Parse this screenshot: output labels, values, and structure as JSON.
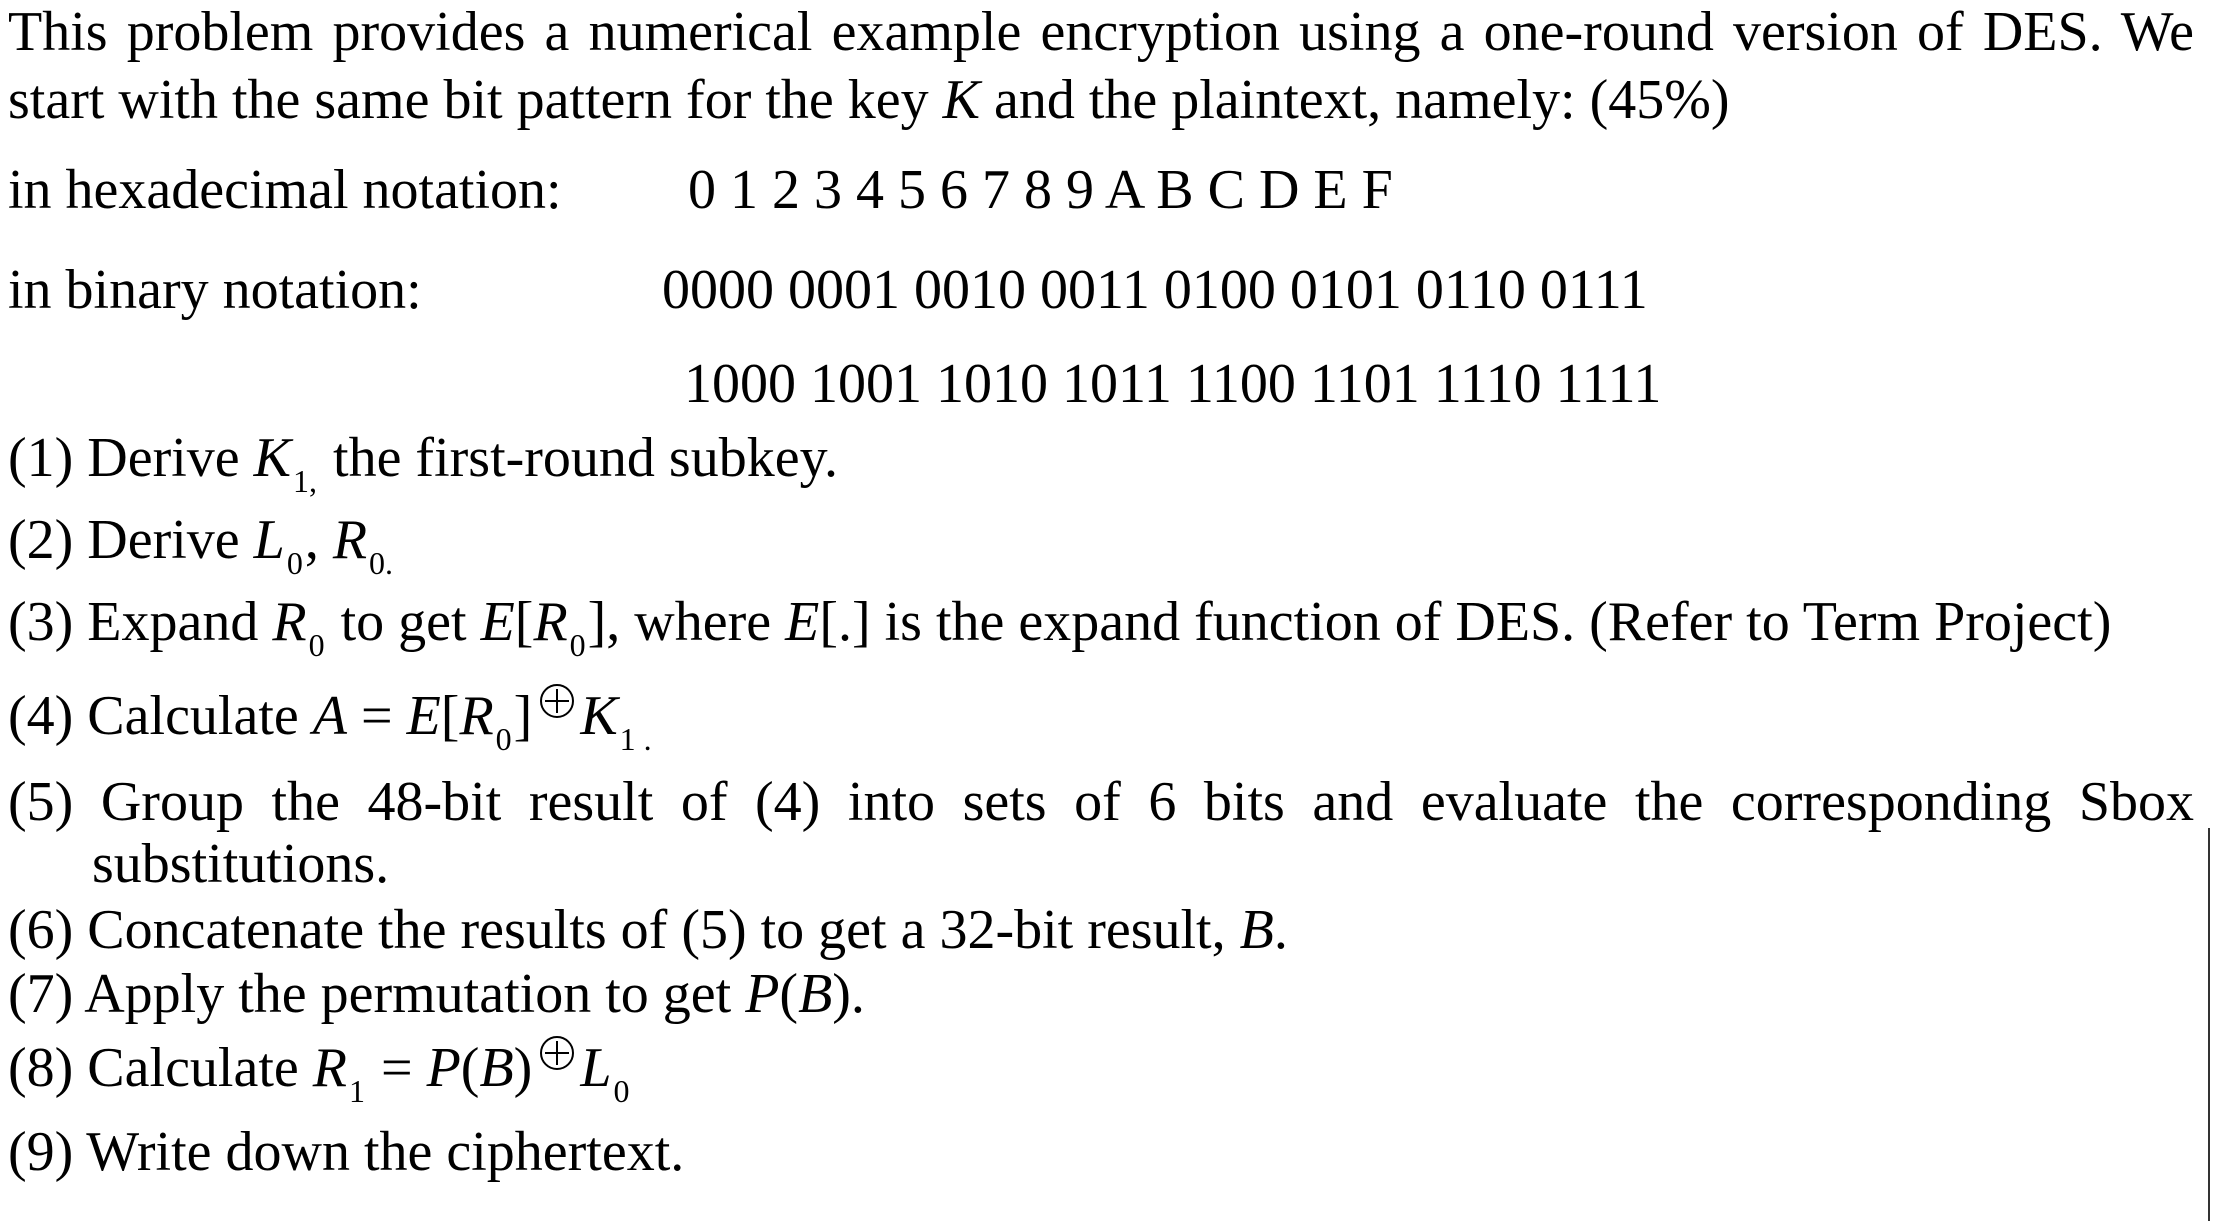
{
  "intro": {
    "line1": "This problem provides a numerical example encryption using a one-round version of DES. We",
    "line2_a": "start with the same bit pattern for the key ",
    "line2_k": "K",
    "line2_b": " and the plaintext, namely: (45%)"
  },
  "hex": {
    "label": "in hexadecimal notation:",
    "value": "0 1 2 3 4 5 6 7 8 9 A B C D E F"
  },
  "binary": {
    "label": "in binary notation:",
    "row1": "0000 0001 0010 0011 0100 0101 0110 0111",
    "row2": "1000 1001 1010 1011 1100 1101 1110 1111"
  },
  "steps": {
    "s1": {
      "pre": "(1) Derive ",
      "var": "K",
      "sub": "1,",
      "post": " the first-round subkey."
    },
    "s2": {
      "pre": "(2) Derive ",
      "var1": "L",
      "sub1": "0",
      "mid": ", ",
      "var2": "R",
      "sub2": "0."
    },
    "s3": {
      "pre": "(3) Expand ",
      "var_r": "R",
      "sub_r": "0",
      "mid1": " to get ",
      "var_e": "E",
      "mid2": "[",
      "var_r2": "R",
      "sub_r2": "0",
      "mid3": "], where ",
      "var_e2": "E",
      "post": "[.] is the expand function of DES. (Refer to Term Project)"
    },
    "s4": {
      "pre": "(4) Calculate ",
      "var_a": "A",
      "eq": " = ",
      "var_e": "E",
      "br_open": "[",
      "var_r": "R",
      "sub_r": "0",
      "br_close": "]",
      "var_k": "K",
      "sub_k": "1 ."
    },
    "s5": {
      "line1": "(5) Group the 48-bit result of (4) into sets of 6 bits and evaluate the corresponding Sbox",
      "line2": "substitutions."
    },
    "s6": {
      "pre": "(6) Concatenate the results of (5) to get a 32-bit result, ",
      "var": "B",
      "post": "."
    },
    "s7": {
      "pre": "(7) Apply the permutation to get ",
      "var_p": "P",
      "paren_open": "(",
      "var_b": "B",
      "post": ")."
    },
    "s8": {
      "pre": "(8) Calculate ",
      "var_r": "R",
      "sub_r": "1",
      "eq": " = ",
      "var_p": "P",
      "paren_open": "(",
      "var_b": "B",
      "paren_close": ")",
      "var_l": "L",
      "sub_l": "0"
    },
    "s9": {
      "text": "(9) Write down the ciphertext."
    }
  }
}
